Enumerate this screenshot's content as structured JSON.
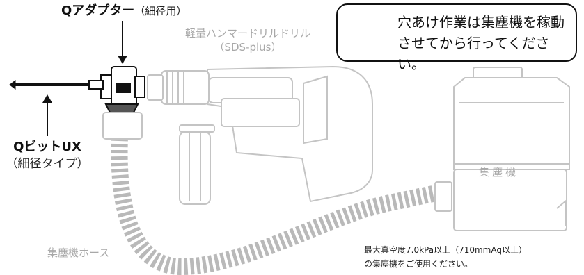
{
  "labels": {
    "adapter": {
      "name": "Qアダプター",
      "note": "（細径用）"
    },
    "bit": {
      "name": "QビットUX",
      "note": "（細径タイプ）"
    },
    "drill": {
      "name": "軽量ハンマードリルドリル",
      "note": "（SDS-plus）"
    },
    "collector": "集塵機",
    "hose": "集塵機ホース"
  },
  "warning": {
    "icon": "warning-triangle-icon",
    "line1": "穴あけ作業は集塵機を稼動",
    "line2": "させてから行ってください。"
  },
  "requirement": {
    "line1": "最大真空度7.0kPa以上（710mmAq以上）",
    "line2": "の集塵機をご使用ください。"
  },
  "colors": {
    "outline": "#c4c4c4",
    "hose": "#b9b9b9",
    "dark": "#111111",
    "label_grey": "#a8a8a8"
  }
}
